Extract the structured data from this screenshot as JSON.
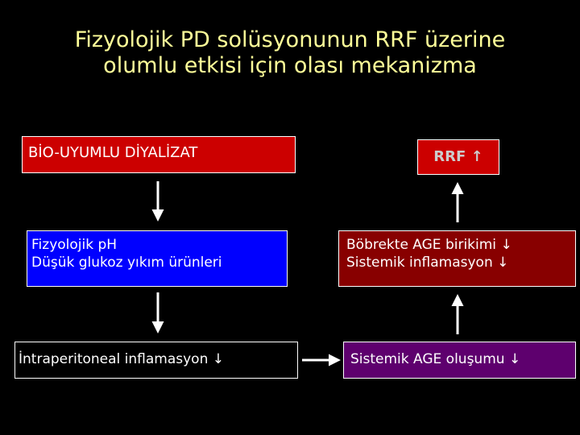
{
  "title": {
    "line1": "Fizyolojik PD solüsyonunun RRF üzerine",
    "line2": "olumlu etkisi için olası mekanizma"
  },
  "boxes": {
    "bio": "BİO-UYUMLU DİYALİZAT",
    "rrf": "RRF",
    "ph": {
      "line1": "Fizyolojik pH",
      "line2": "Düşük glukoz yıkım ürünleri"
    },
    "age_accumulation": {
      "line1": "Böbrekte AGE birikimi",
      "line2": "Sistemik inflamasyon"
    },
    "ip_inflammation": "İntraperitoneal inflamasyon",
    "systemic_age": "Sistemik AGE oluşumu"
  },
  "arrows": {
    "up": "↑",
    "down": "↓"
  },
  "colors": {
    "title": "#ffff99",
    "red_box": "#cc0000",
    "blue_box": "#0000ff",
    "dark_red_box": "#880000",
    "purple_box": "#5e006e",
    "background": "#000000"
  }
}
